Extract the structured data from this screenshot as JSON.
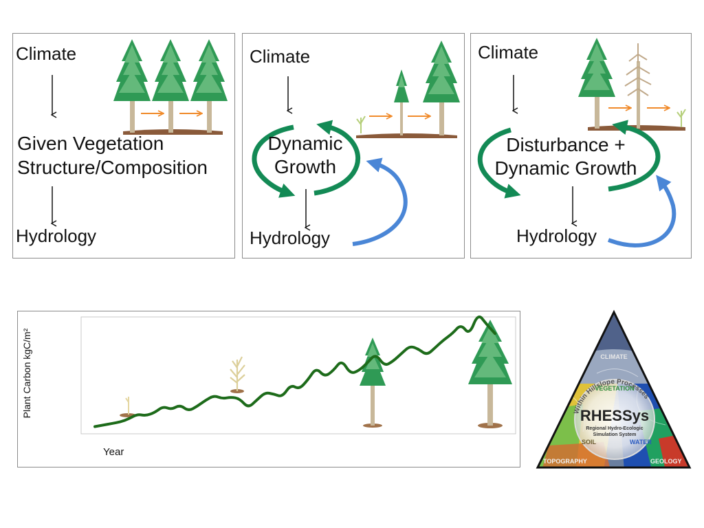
{
  "panel1": {
    "climate": "Climate",
    "middle_line1": "Given Vegetation",
    "middle_line2": "Structure/Composition",
    "hydrology": "Hydrology"
  },
  "panel2": {
    "climate": "Climate",
    "middle_line1": "Dynamic",
    "middle_line2": "Growth",
    "hydrology": "Hydrology"
  },
  "panel3": {
    "climate": "Climate",
    "middle_line1": "Disturbance +",
    "middle_line2": "Dynamic Growth",
    "hydrology": "Hydrology"
  },
  "chart_data": {
    "type": "line",
    "title": "",
    "xlabel": "Year",
    "ylabel": "Plant Carbon kgC/m²",
    "series": [
      {
        "values": [
          2,
          3,
          4,
          5,
          7,
          10,
          9,
          11,
          15,
          13,
          16,
          12,
          15,
          19,
          22,
          20,
          21,
          20,
          14,
          19,
          24,
          23,
          21,
          29,
          26,
          32,
          40,
          34,
          38,
          45,
          36,
          38,
          43,
          49,
          41,
          44,
          49,
          54,
          52,
          48,
          53,
          58,
          62,
          68,
          61,
          75,
          68,
          62
        ]
      }
    ]
  },
  "logo": {
    "name": "RHESSys",
    "subtitle_line1": "Regional Hydro-Ecologic",
    "subtitle_line2": "Simulation System",
    "ring_text": "Within Hillslope Processes",
    "climate": "CLIMATE",
    "vegetation": "VEGETATION",
    "soil": "SOIL",
    "water": "WATER",
    "geology": "GEOLOGY",
    "topography": "TOPOGRAPHY"
  },
  "colors": {
    "accent_green": "#1f8a5a",
    "growth_arrow": "#138a55",
    "feedback_arrow": "#4a86d6",
    "orange_arrow": "#f08a2a",
    "line_green": "#1d6b1a"
  }
}
